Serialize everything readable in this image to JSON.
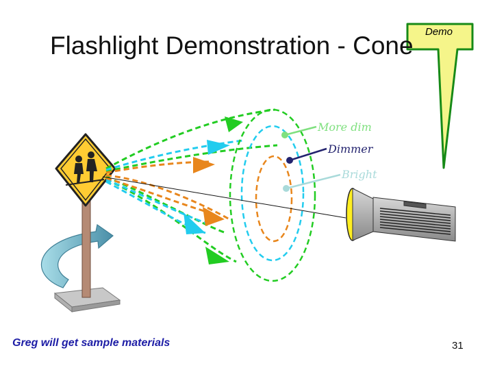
{
  "slide": {
    "title": "Flashlight Demonstration - Cone",
    "callout": "Demo",
    "footnote": "Greg will get sample materials",
    "page_number": "31"
  },
  "diagram": {
    "labels": {
      "more_dim": "More dim",
      "dimmer": "Dimmer",
      "bright": "Bright"
    },
    "colors": {
      "more_dim": "#22cc22",
      "dimmer": "#22ccee",
      "bright": "#e8861c",
      "label_more_dim": "#7fe07f",
      "label_dimmer": "#23236e",
      "label_bright": "#a9dada",
      "callout_fill": "#f5f58a",
      "callout_border": "#178a17",
      "footnote": "#1d1da6",
      "sign": "#ffcc33"
    },
    "icons": [
      "school-crossing-sign-icon",
      "flashlight-icon",
      "rotation-arrow-icon"
    ]
  }
}
